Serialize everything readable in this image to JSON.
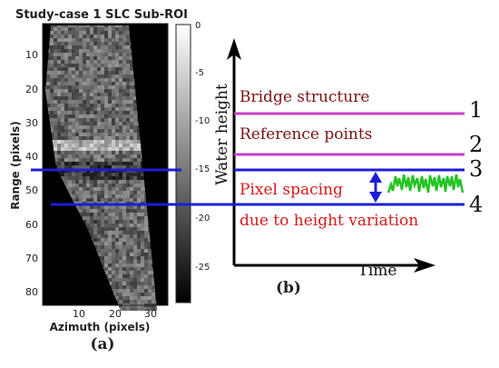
{
  "panel_a": {
    "title": "Study-case 1 SLC Sub-ROI",
    "ylabel": "Range (pixels)",
    "xlabel": "Azimuth (pixels)",
    "yticks": [
      "10",
      "20",
      "30",
      "40",
      "50",
      "60",
      "70",
      "80"
    ],
    "xticks": [
      "10",
      "20",
      "30"
    ],
    "colorbar_ticks": [
      "0",
      "-5",
      "-10",
      "-15",
      "-20",
      "-25"
    ],
    "caption": "(a)",
    "colors": {
      "blue_line": "#1d1dd6"
    }
  },
  "panel_b": {
    "ylabel": "Water height",
    "xlabel": "Time",
    "caption": "(b)",
    "labels": {
      "bridge": "Bridge structure",
      "reference": "Reference points",
      "pixel_spacing": "Pixel spacing",
      "height_variation": "due to height variation"
    },
    "line_numbers": [
      "1",
      "2",
      "3",
      "4"
    ],
    "colors": {
      "magenta": "#c542c5",
      "blue": "#1d1dd6",
      "green": "#22c422",
      "dark_red": "#7a1414",
      "red": "#d61a1a"
    }
  }
}
